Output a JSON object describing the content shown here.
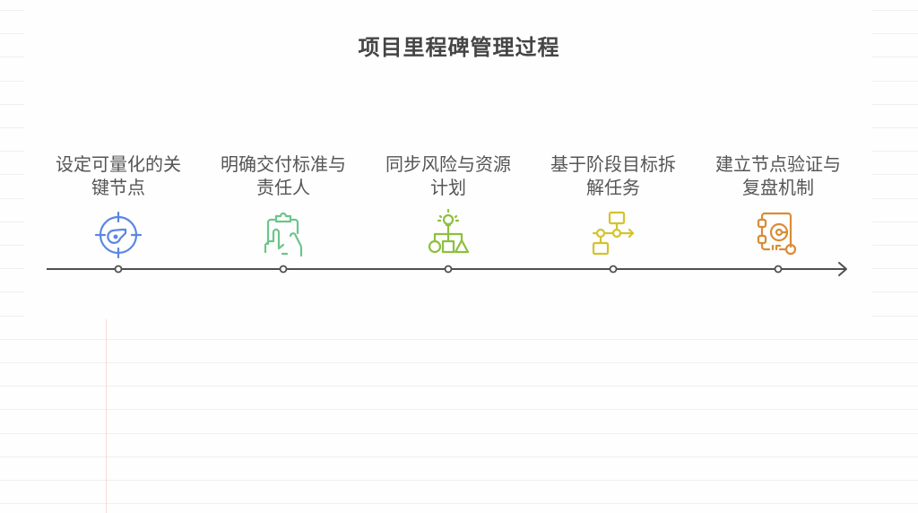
{
  "title": "项目里程碑管理过程",
  "colors": {
    "title": "#454545",
    "label": "#555555",
    "timeline": "#505050",
    "step1": "#5b86e5",
    "step2": "#6cc58a",
    "step3": "#8dbf3f",
    "step4": "#d4c32c",
    "step5": "#d98c36",
    "margin_line": "#f9d9d4",
    "ruled_line": "#efefef"
  },
  "steps": [
    {
      "line1": "设定可量化的关",
      "line2": "键节点",
      "icon": "target-key-icon",
      "color": "#5b86e5"
    },
    {
      "line1": "明确交付标准与",
      "line2": "责任人",
      "icon": "clipboard-hand-icon",
      "color": "#6cc58a"
    },
    {
      "line1": "同步风险与资源",
      "line2": "计划",
      "icon": "lightbulb-hierarchy-icon",
      "color": "#8dbf3f"
    },
    {
      "line1": "基于阶段目标拆",
      "line2": "解任务",
      "icon": "flow-split-icon",
      "color": "#d4c32c"
    },
    {
      "line1": "建立节点验证与",
      "line2": "复盘机制",
      "icon": "vault-key-icon",
      "color": "#d98c36"
    }
  ]
}
